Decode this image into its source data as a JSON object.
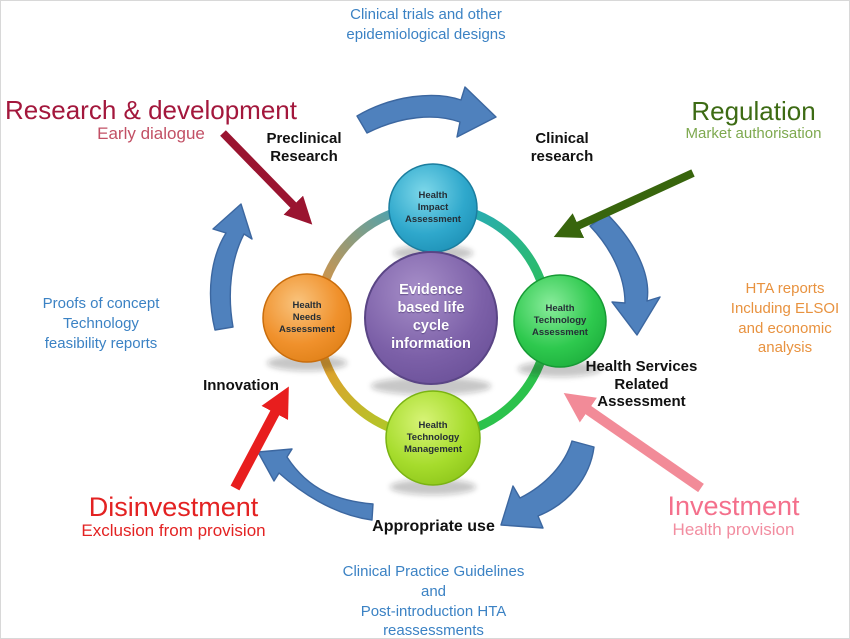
{
  "captions": {
    "top": "Clinical trials and other\nepidemiological designs",
    "left": "Proofs of concept\nTechnology\nfeasibility reports",
    "right": "HTA reports\nIncluding ELSOI\nand economic\nanalysis",
    "bottom": "Clinical Practice Guidelines\nand\nPost-introduction HTA\nreassessments"
  },
  "stages": {
    "preclinical": "Preclinical\nResearch",
    "clinical": "Clinical\nresearch",
    "innovation": "Innovation",
    "appropriate_use": "Appropriate use",
    "health_services": "Health Services\nRelated\nAssessment"
  },
  "external_labels": {
    "research_development": {
      "title": "Research & development",
      "subtitle": "Early dialogue"
    },
    "regulation": {
      "title": "Regulation",
      "subtitle": "Market authorisation"
    },
    "disinvestment": {
      "title": "Disinvestment",
      "subtitle": "Exclusion from provision"
    },
    "investment": {
      "title": "Investment",
      "subtitle": "Health provision"
    }
  },
  "nodes": {
    "center": "Evidence\nbased life\ncycle\ninformation",
    "top": "Health\nImpact\nAssessment",
    "right": "Health\nTechnology\nAssessment",
    "bottom": "Health\nTechnology\nManagement",
    "left": "Health\nNeeds\nAssessment"
  },
  "colors": {
    "caption_blue": "#3b82c4",
    "hta_orange": "#e8923f",
    "stage_black": "#111111",
    "rd_title_red": "#a3173c",
    "rd_sub_red": "#c25065",
    "rd_arrow_red": "#9a1430",
    "regulation_green": "#3d6b14",
    "regulation_sub_green": "#7ea94f",
    "regulation_arrow_green": "#38650d",
    "disinvestment_red": "#e32222",
    "disinvestment_arrow_red": "#e81e1e",
    "investment_pink": "#f4708c",
    "investment_sub_pink": "#f28da0",
    "investment_arrow_pink": "#f28b98",
    "cycle_arrow_blue": "#4f81bd",
    "node_top_teal": "#2fa8cc",
    "node_right_green": "#2ec94e",
    "node_bottom_lime": "#a6dc2c",
    "node_left_orange": "#f0912c",
    "node_center_purple": "#7c60a8"
  }
}
